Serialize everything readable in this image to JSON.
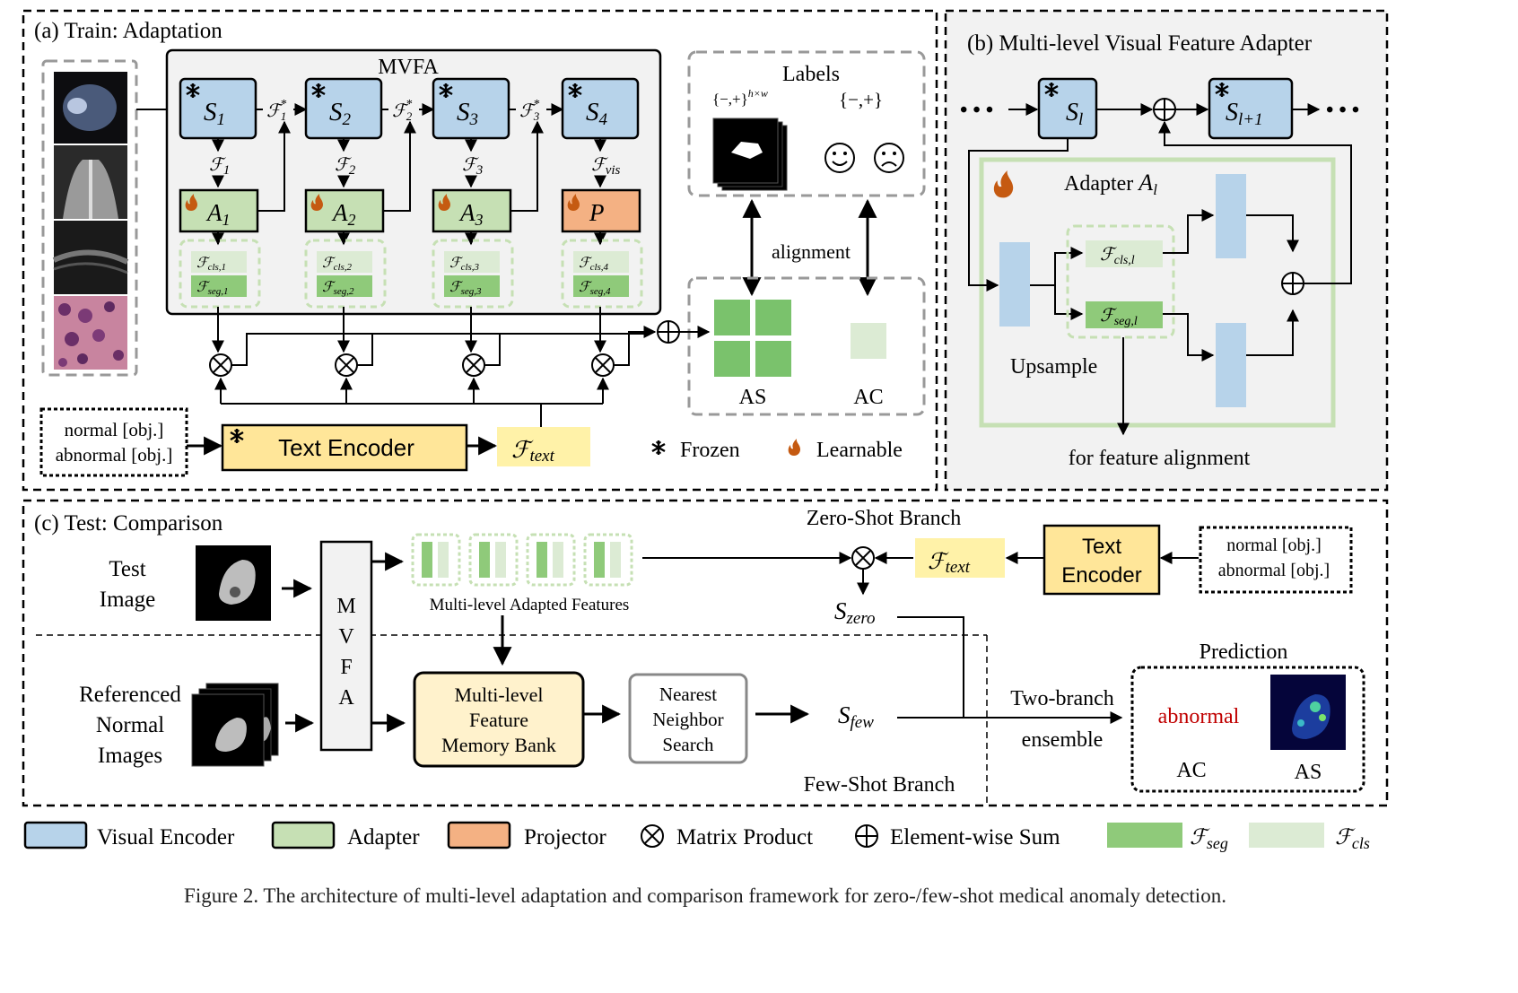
{
  "panel_a": {
    "title": "(a) Train: Adaptation",
    "mvfa_title": "MVFA",
    "encoders": [
      {
        "sub": "1",
        "feat": "1",
        "star": "1"
      },
      {
        "sub": "2",
        "feat": "2",
        "star": "2"
      },
      {
        "sub": "3",
        "feat": "3",
        "star": "3"
      },
      {
        "sub": "4",
        "feat": "vis",
        "star": ""
      }
    ],
    "adapters": [
      {
        "letter": "A",
        "sub": "1",
        "cls": "cls,1",
        "seg": "seg,1"
      },
      {
        "letter": "A",
        "sub": "2",
        "cls": "cls,2",
        "seg": "seg,2"
      },
      {
        "letter": "A",
        "sub": "3",
        "cls": "cls,3",
        "seg": "seg,3"
      },
      {
        "letter": "P",
        "sub": "",
        "cls": "cls,4",
        "seg": "seg,4"
      }
    ],
    "encoder_letter": "S",
    "feature_letter": "ℱ",
    "labels_title": "Labels",
    "label_pixel": "{−,+}",
    "label_pixel_sup": "h×w",
    "label_image": "{−,+}",
    "alignment": "alignment",
    "as_label": "AS",
    "ac_label": "AC",
    "prompt_line1": "normal [obj.]",
    "prompt_line2": "abnormal [obj.]",
    "text_encoder": "Text Encoder",
    "f_text_sub": "text",
    "frozen": "Frozen",
    "learnable": "Learnable"
  },
  "panel_b": {
    "title": "(b) Multi-level Visual Feature Adapter",
    "s_l_sub": "l",
    "s_l1_sub": "l+1",
    "adapter_label": "Adapter",
    "adapter_letter": "A",
    "adapter_sub": "l",
    "cls_sub": "cls,l",
    "seg_sub": "seg,l",
    "upsample": "Upsample",
    "alignment_note": "for feature alignment",
    "dots": "• • •"
  },
  "panel_c": {
    "title": "(c) Test: Comparison",
    "test_image": [
      "Test",
      "Image"
    ],
    "ref_images": [
      "Referenced",
      "Normal",
      "Images"
    ],
    "mvfa_letters": [
      "M",
      "V",
      "F",
      "A"
    ],
    "adapted_features": "Multi-level Adapted Features",
    "zero_branch": "Zero-Shot Branch",
    "few_branch": "Few-Shot Branch",
    "text_encoder": [
      "Text",
      "Encoder"
    ],
    "prompt_line1": "normal [obj.]",
    "prompt_line2": "abnormal [obj.]",
    "s_zero_sub": "zero",
    "s_few_sub": "few",
    "memory_bank": [
      "Multi-level",
      "Feature",
      "Memory Bank"
    ],
    "nn_search": [
      "Nearest",
      "Neighbor",
      "Search"
    ],
    "ensemble": [
      "Two-branch",
      "ensemble"
    ],
    "prediction": "Prediction",
    "abnormal": "abnormal",
    "ac": "AC",
    "as": "AS"
  },
  "legend": {
    "visual_encoder": "Visual Encoder",
    "adapter": "Adapter",
    "projector": "Projector",
    "matrix_product": "Matrix Product",
    "element_sum": "Element-wise Sum",
    "f_seg_sub": "seg",
    "f_cls_sub": "cls"
  },
  "caption": "Figure 2. The architecture of multi-level adaptation and comparison framework for zero-/few-shot medical anomaly detection.",
  "colors": {
    "encoder": "#b7d3ea",
    "adapter": "#c6e0b4",
    "projector": "#f4b183",
    "text_encoder": "#ffe699",
    "f_text": "#fff2a8",
    "seg": "#8fca7a",
    "cls": "#dcebd4",
    "memory": "#fff2cc",
    "grey_bg": "#f2f2f2",
    "flame": "#c55a11",
    "abnormal": "#c00000"
  },
  "icons": [
    "snowflake-icon",
    "flame-icon",
    "smile-icon",
    "frown-icon",
    "matrix-product-icon",
    "element-sum-icon"
  ]
}
